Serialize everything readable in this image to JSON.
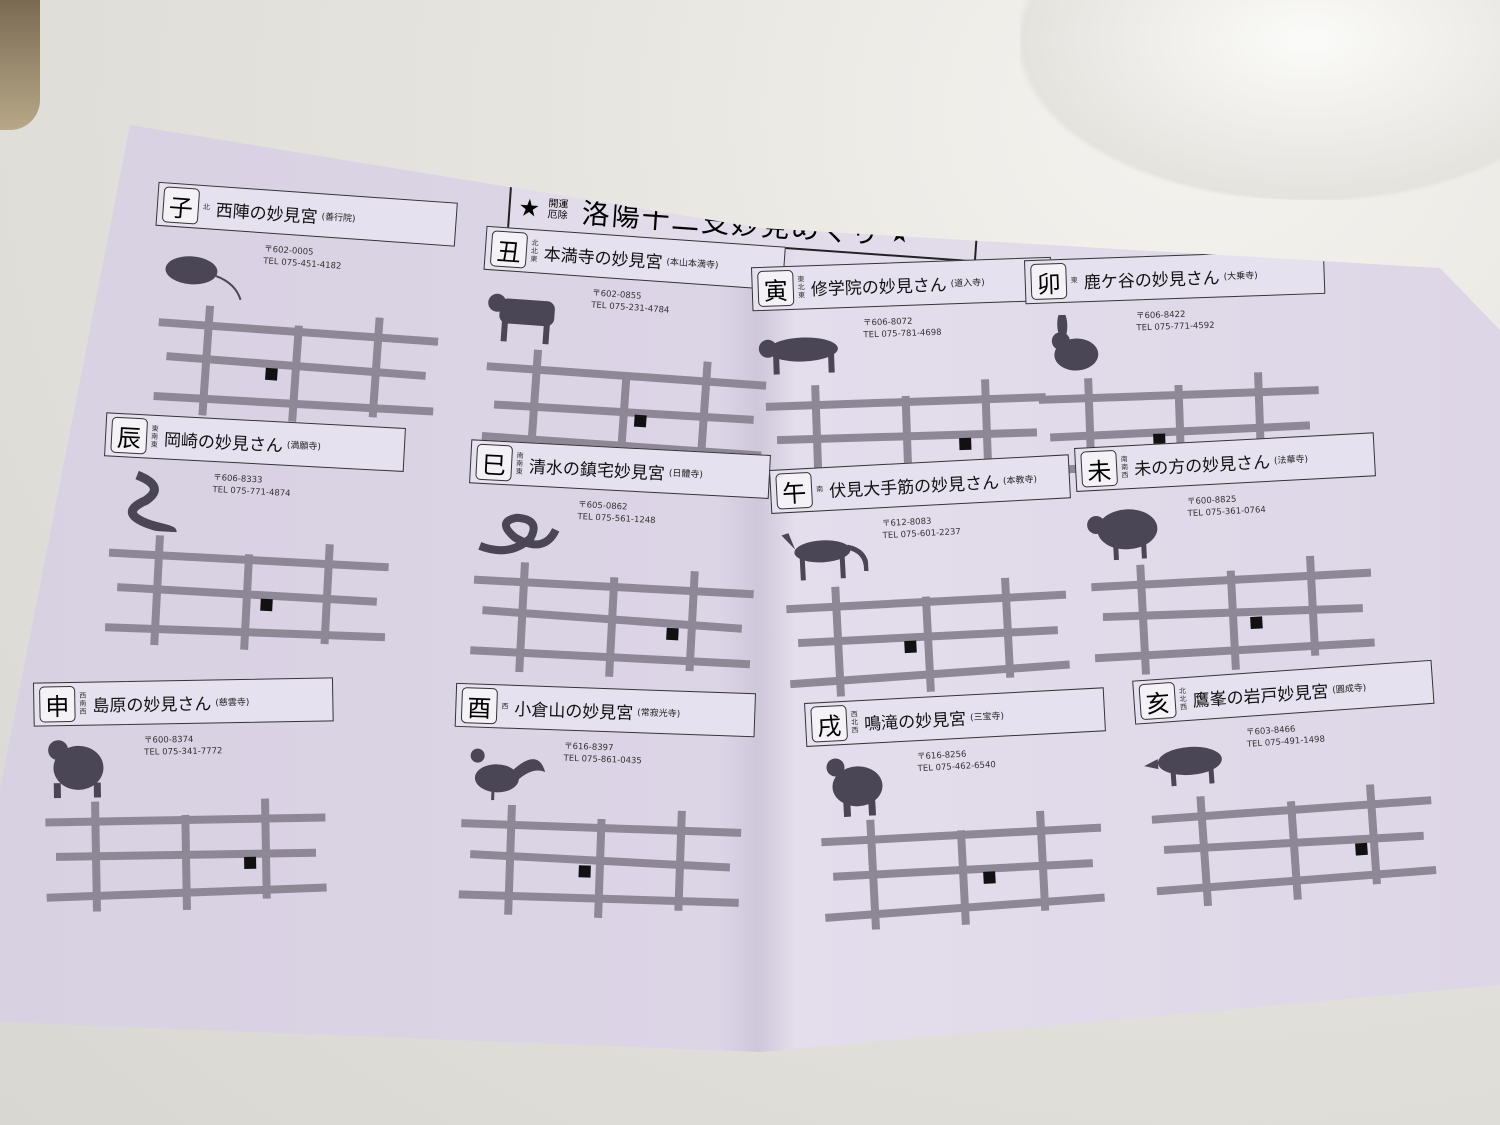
{
  "brochure": {
    "title_prefix": "開運厄除",
    "title": "洛陽十二支妙見めぐり",
    "star_left": "★",
    "star_right": "★",
    "colors": {
      "paper": "#dcd5e6",
      "ink": "#222222",
      "road": "#8d8796",
      "silhouette": "#4a4656"
    },
    "entries": [
      {
        "zodiac": "子",
        "direction": "北",
        "name": "西陣の妙見宮",
        "temple": "(善行院)",
        "postal": "〒602-0005",
        "tel": "TEL 075-451-4182",
        "animal": "rat"
      },
      {
        "zodiac": "丑",
        "direction": "北北東",
        "name": "本満寺の妙見宮",
        "temple": "(本山本満寺)",
        "postal": "〒602-0855",
        "tel": "TEL 075-231-4784",
        "animal": "ox"
      },
      {
        "zodiac": "寅",
        "direction": "東北東",
        "name": "修学院の妙見さん",
        "temple": "(道入寺)",
        "postal": "〒606-8072",
        "tel": "TEL 075-781-4698",
        "animal": "tiger"
      },
      {
        "zodiac": "卯",
        "direction": "東",
        "name": "鹿ケ谷の妙見さん",
        "temple": "(大乗寺)",
        "postal": "〒606-8422",
        "tel": "TEL 075-771-4592",
        "animal": "rabbit"
      },
      {
        "zodiac": "辰",
        "direction": "東南東",
        "name": "岡崎の妙見さん",
        "temple": "(満願寺)",
        "postal": "〒606-8333",
        "tel": "TEL 075-771-4874",
        "animal": "dragon"
      },
      {
        "zodiac": "巳",
        "direction": "南南東",
        "name": "清水の鎮宅妙見宮",
        "temple": "(日體寺)",
        "postal": "〒605-0862",
        "tel": "TEL 075-561-1248",
        "animal": "snake"
      },
      {
        "zodiac": "午",
        "direction": "南",
        "name": "伏見大手筋の妙見さん",
        "temple": "(本教寺)",
        "postal": "〒612-8083",
        "tel": "TEL 075-601-2237",
        "animal": "horse"
      },
      {
        "zodiac": "未",
        "direction": "南南西",
        "name": "未の方の妙見さん",
        "temple": "(法華寺)",
        "postal": "〒600-8825",
        "tel": "TEL 075-361-0764",
        "animal": "sheep"
      },
      {
        "zodiac": "申",
        "direction": "西南西",
        "name": "島原の妙見さん",
        "temple": "(慈雲寺)",
        "postal": "〒600-8374",
        "tel": "TEL 075-341-7772",
        "animal": "monkey"
      },
      {
        "zodiac": "酉",
        "direction": "西",
        "name": "小倉山の妙見宮",
        "temple": "(常寂光寺)",
        "postal": "〒616-8397",
        "tel": "TEL 075-861-0435",
        "animal": "rooster"
      },
      {
        "zodiac": "戌",
        "direction": "西北西",
        "name": "鳴滝の妙見宮",
        "temple": "(三宝寺)",
        "postal": "〒616-8256",
        "tel": "TEL 075-462-6540",
        "animal": "dog"
      },
      {
        "zodiac": "亥",
        "direction": "北北西",
        "name": "鷹峯の岩戸妙見宮",
        "temple": "(圓成寺)",
        "postal": "〒603-8466",
        "tel": "TEL 075-491-1498",
        "animal": "boar"
      }
    ]
  }
}
